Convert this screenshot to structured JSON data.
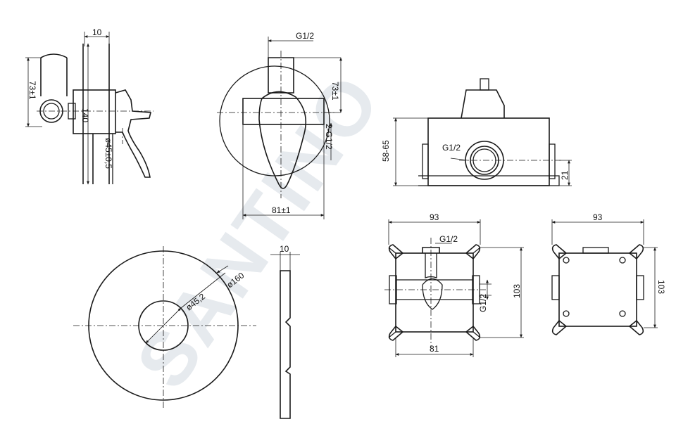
{
  "watermark": {
    "text": "SANTINO",
    "color": "#e6eaee"
  },
  "views": {
    "side": {
      "d_depth": "10",
      "d_height": "73±1",
      "d_total": "140",
      "d_bore": "ø45±0,5"
    },
    "front": {
      "d_thread": "G1/2",
      "d_height": "73±1",
      "d_thread_2": "2-G1/2",
      "d_width": "81±1"
    },
    "box_front": {
      "d_height": "58-65",
      "d_thread": "G1/2",
      "d_offset": "21"
    },
    "box_top": {
      "d_width": "93",
      "d_thread": "G1/2",
      "d_height": "103",
      "d_thread_side": "G1/2",
      "d_bottom": "81"
    },
    "box_back": {
      "d_width": "93",
      "d_height": "103"
    },
    "rosette": {
      "d_outer": "ø160",
      "d_inner": "ø45,2"
    },
    "rosette_side": {
      "d_thickness": "10"
    }
  }
}
